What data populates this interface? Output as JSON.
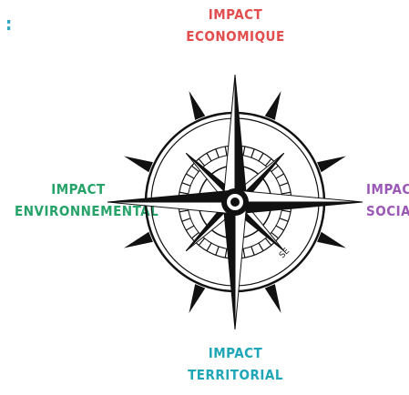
{
  "colors": {
    "economique": "#e24d4d",
    "environnemental": "#27a36a",
    "social": "#9b59b6",
    "territorial": "#1fa6b8",
    "colon": "#2aa8c0"
  },
  "marks": {
    "colon": ":"
  },
  "labels": {
    "economique": {
      "line1": "IMPACT",
      "line2": "ECONOMIQUE"
    },
    "environnemental": {
      "line1": "IMPACT",
      "line2": "ENVIRONNEMENTAL"
    },
    "social": {
      "line1": "IMPACT",
      "line2": "SOCIAL"
    },
    "territorial": {
      "line1": "IMPACT",
      "line2": "TERRITORIAL"
    }
  },
  "compass": {
    "direction_mark": "SE"
  }
}
